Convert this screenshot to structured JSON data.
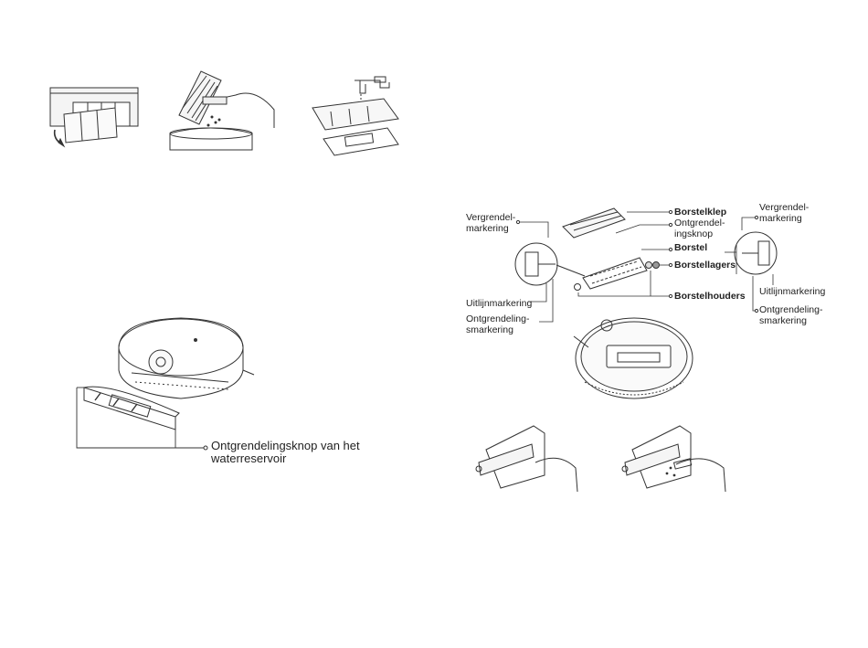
{
  "tank_diagram": {
    "unlock_button_label_line1": "Ontgrendelingsknop van het",
    "unlock_button_label_line2": "waterreservoir"
  },
  "brush_diagram": {
    "left_lock_mark_1": "Vergrendel-",
    "left_lock_mark_2": "markering",
    "left_unlock_mark_1": "Ontgrendeling-",
    "left_unlock_mark_2": "smarkering",
    "left_align_mark": "Uitlijnmarkering",
    "brush_cover": "Borstelklep",
    "unlock_button_1": "Ontgrendel-",
    "unlock_button_2": "ingsknop",
    "brush": "Borstel",
    "brush_bearings": "Borstellagers",
    "brush_holders": "Borstelhouders",
    "right_lock_mark_1": "Vergrendel-",
    "right_lock_mark_2": "markering",
    "right_align_mark": "Uitlijnmarkering",
    "right_unlock_mark_1": "Ontgrendeling-",
    "right_unlock_mark_2": "smarkering"
  }
}
